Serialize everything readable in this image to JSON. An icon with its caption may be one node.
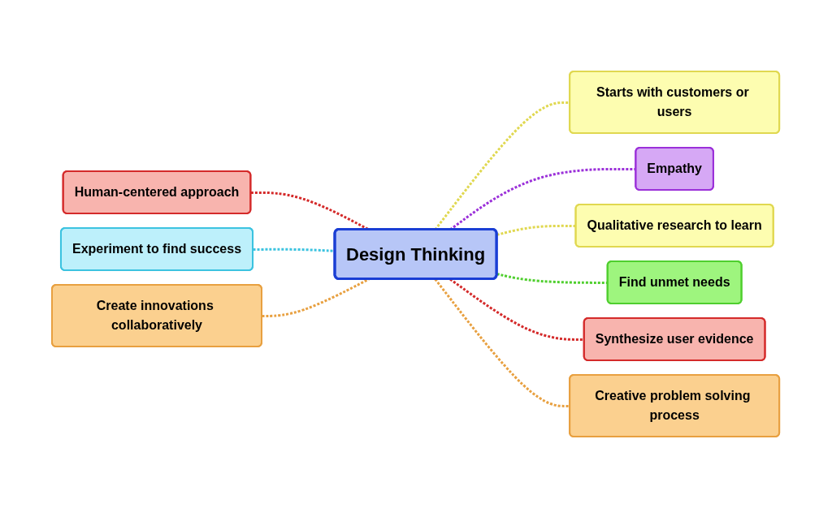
{
  "diagram": {
    "nodes": [
      {
        "text": [
          "Design Thinking"
        ]
      },
      {
        "text": [
          "Starts with customers or users"
        ]
      },
      {
        "text": [
          "Empathy"
        ]
      },
      {
        "text": [
          "Human-centered approach"
        ]
      },
      {
        "text": [
          "Qualitative research to learn"
        ]
      },
      {
        "text": [
          "Experiment to find success"
        ]
      },
      {
        "text": [
          "Find unmet needs"
        ]
      },
      {
        "text": [
          "Create innovations collaboratively"
        ]
      },
      {
        "text": [
          "Synthesize user evidence"
        ]
      },
      {
        "text": [
          "Creative problem solving process"
        ]
      }
    ],
    "edges": [
      {
        "from": 0,
        "to": 1,
        "arrow": "none",
        "style": "dashed",
        "color": "#e0d850"
      },
      {
        "from": 0,
        "to": 2,
        "arrow": "none",
        "style": "dashed",
        "color": "#9b30d9"
      },
      {
        "from": 3,
        "to": 0,
        "arrow": "none",
        "style": "dashed",
        "color": "#d42a2a"
      },
      {
        "from": 0,
        "to": 4,
        "arrow": "none",
        "style": "dashed",
        "color": "#e0d850"
      },
      {
        "from": 5,
        "to": 0,
        "arrow": "none",
        "style": "dashed",
        "color": "#3cc3e0"
      },
      {
        "from": 0,
        "to": 6,
        "arrow": "none",
        "style": "dashed",
        "color": "#4fcf2e"
      },
      {
        "from": 7,
        "to": 0,
        "arrow": "none",
        "style": "dashed",
        "color": "#e8a040"
      },
      {
        "from": 0,
        "to": 8,
        "arrow": "none",
        "style": "dashed",
        "color": "#d42a2a"
      },
      {
        "from": 0,
        "to": 9,
        "arrow": "none",
        "style": "dashed",
        "color": "#e8a040"
      }
    ]
  }
}
